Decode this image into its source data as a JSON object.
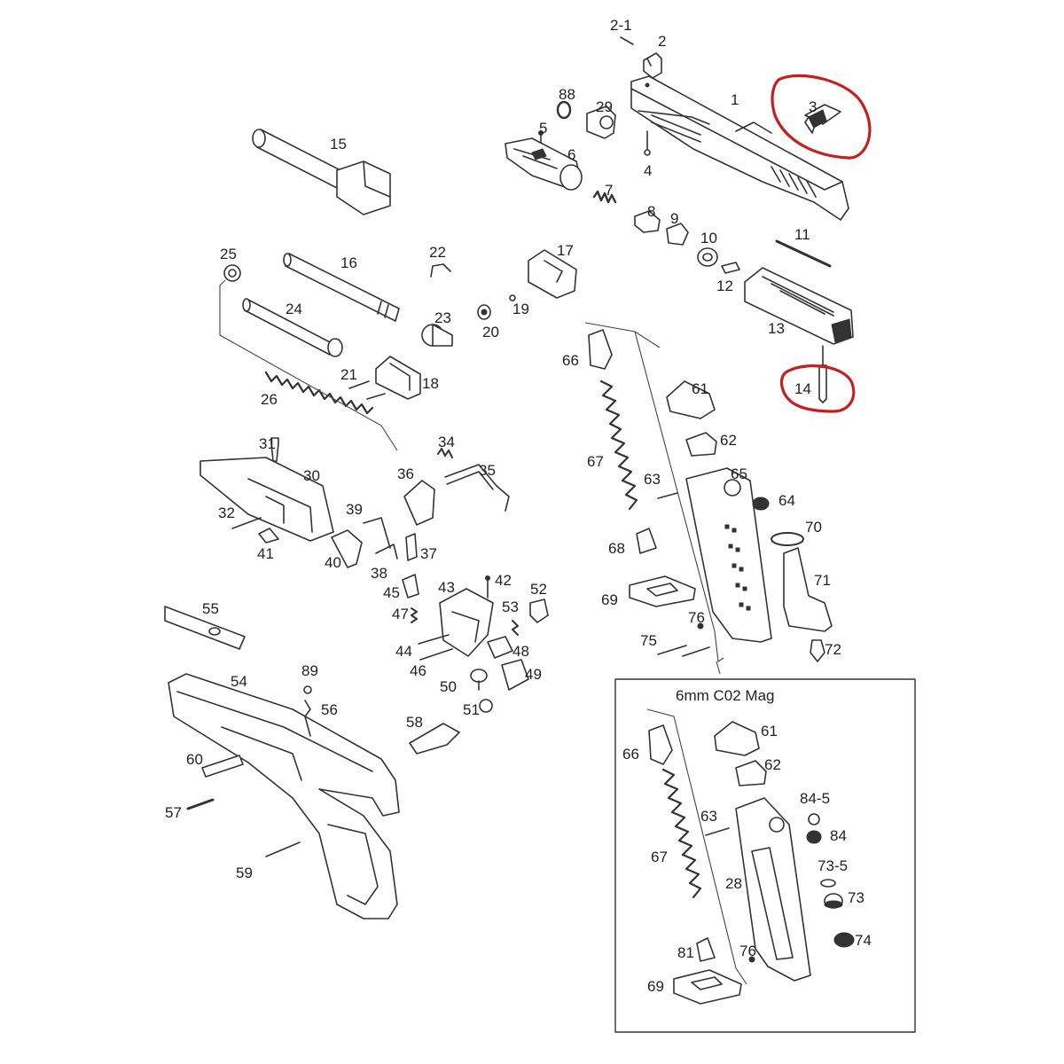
{
  "inset": {
    "title": "6mm C02 Mag"
  },
  "highlight_color": "#c81e1e",
  "labels": [
    {
      "id": "2-1",
      "t": "2-1"
    },
    {
      "id": "2",
      "t": "2"
    },
    {
      "id": "1",
      "t": "1"
    },
    {
      "id": "3",
      "t": "3"
    },
    {
      "id": "88",
      "t": "88"
    },
    {
      "id": "29",
      "t": "29"
    },
    {
      "id": "5",
      "t": "5"
    },
    {
      "id": "6",
      "t": "6"
    },
    {
      "id": "4",
      "t": "4"
    },
    {
      "id": "7",
      "t": "7"
    },
    {
      "id": "8",
      "t": "8"
    },
    {
      "id": "9",
      "t": "9"
    },
    {
      "id": "10",
      "t": "10"
    },
    {
      "id": "11",
      "t": "11"
    },
    {
      "id": "12",
      "t": "12"
    },
    {
      "id": "13",
      "t": "13"
    },
    {
      "id": "14",
      "t": "14"
    },
    {
      "id": "15",
      "t": "15"
    },
    {
      "id": "16",
      "t": "16"
    },
    {
      "id": "17",
      "t": "17"
    },
    {
      "id": "22",
      "t": "22"
    },
    {
      "id": "25",
      "t": "25"
    },
    {
      "id": "24",
      "t": "24"
    },
    {
      "id": "23",
      "t": "23"
    },
    {
      "id": "19",
      "t": "19"
    },
    {
      "id": "20",
      "t": "20"
    },
    {
      "id": "21",
      "t": "21"
    },
    {
      "id": "18",
      "t": "18"
    },
    {
      "id": "26",
      "t": "26"
    },
    {
      "id": "31",
      "t": "31"
    },
    {
      "id": "30",
      "t": "30"
    },
    {
      "id": "34",
      "t": "34"
    },
    {
      "id": "35",
      "t": "35"
    },
    {
      "id": "36",
      "t": "36"
    },
    {
      "id": "39",
      "t": "39"
    },
    {
      "id": "32",
      "t": "32"
    },
    {
      "id": "41",
      "t": "41"
    },
    {
      "id": "40",
      "t": "40"
    },
    {
      "id": "38",
      "t": "38"
    },
    {
      "id": "37",
      "t": "37"
    },
    {
      "id": "45",
      "t": "45"
    },
    {
      "id": "47",
      "t": "47"
    },
    {
      "id": "43",
      "t": "43"
    },
    {
      "id": "42",
      "t": "42"
    },
    {
      "id": "52",
      "t": "52"
    },
    {
      "id": "53",
      "t": "53"
    },
    {
      "id": "44",
      "t": "44"
    },
    {
      "id": "46",
      "t": "46"
    },
    {
      "id": "48",
      "t": "48"
    },
    {
      "id": "50",
      "t": "50"
    },
    {
      "id": "49",
      "t": "49"
    },
    {
      "id": "51",
      "t": "51"
    },
    {
      "id": "55",
      "t": "55"
    },
    {
      "id": "54",
      "t": "54"
    },
    {
      "id": "89",
      "t": "89"
    },
    {
      "id": "56",
      "t": "56"
    },
    {
      "id": "58",
      "t": "58"
    },
    {
      "id": "60",
      "t": "60"
    },
    {
      "id": "57",
      "t": "57"
    },
    {
      "id": "59",
      "t": "59"
    },
    {
      "id": "66a",
      "t": "66"
    },
    {
      "id": "61a",
      "t": "61"
    },
    {
      "id": "62a",
      "t": "62"
    },
    {
      "id": "67a",
      "t": "67"
    },
    {
      "id": "63a",
      "t": "63"
    },
    {
      "id": "65",
      "t": "65"
    },
    {
      "id": "64",
      "t": "64"
    },
    {
      "id": "70",
      "t": "70"
    },
    {
      "id": "68",
      "t": "68"
    },
    {
      "id": "71",
      "t": "71"
    },
    {
      "id": "69a",
      "t": "69"
    },
    {
      "id": "76a",
      "t": "76"
    },
    {
      "id": "75",
      "t": "75"
    },
    {
      "id": "72",
      "t": "72"
    },
    {
      "id": "61b",
      "t": "61"
    },
    {
      "id": "66b",
      "t": "66"
    },
    {
      "id": "62b",
      "t": "62"
    },
    {
      "id": "84-5",
      "t": "84-5"
    },
    {
      "id": "63b",
      "t": "63"
    },
    {
      "id": "84",
      "t": "84"
    },
    {
      "id": "73-5",
      "t": "73-5"
    },
    {
      "id": "67b",
      "t": "67"
    },
    {
      "id": "28",
      "t": "28"
    },
    {
      "id": "73",
      "t": "73"
    },
    {
      "id": "74",
      "t": "74"
    },
    {
      "id": "81",
      "t": "81"
    },
    {
      "id": "76b",
      "t": "76"
    },
    {
      "id": "69b",
      "t": "69"
    }
  ]
}
